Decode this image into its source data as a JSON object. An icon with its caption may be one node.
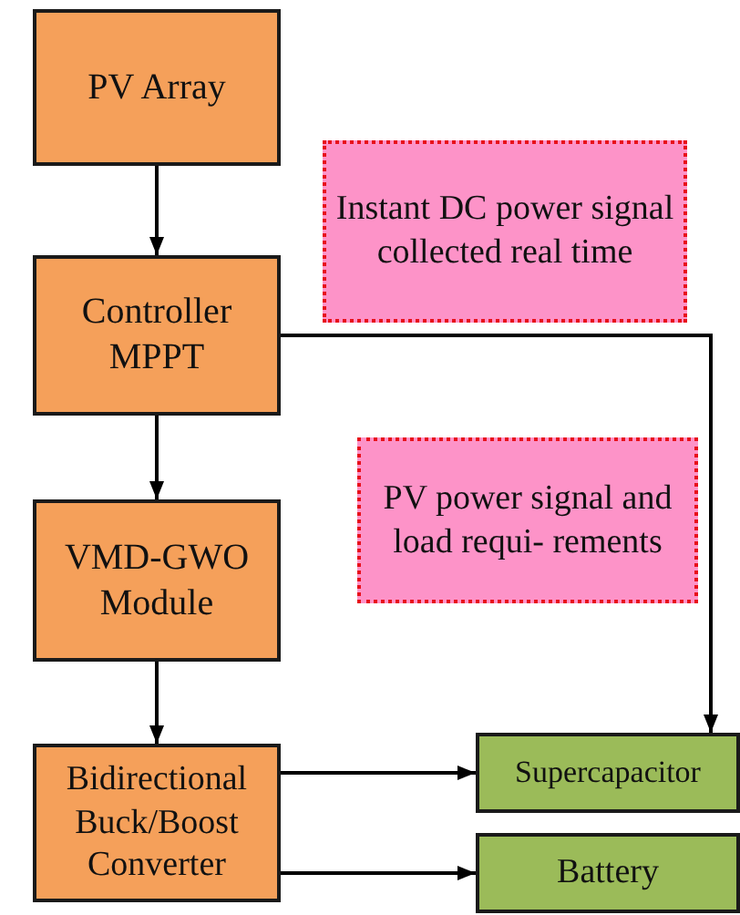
{
  "diagram": {
    "nodes": [
      {
        "text": [
          "PV Array"
        ]
      },
      {
        "text": [
          "Instant DC power signal collected real time"
        ]
      },
      {
        "text": [
          "Controller MPPT"
        ]
      },
      {
        "text": [
          "PV power signal and load requi- rements"
        ]
      },
      {
        "text": [
          "VMD-GWO Module"
        ]
      },
      {
        "text": [
          "Bidirectional Buck/Boost Converter"
        ]
      },
      {
        "text": [
          "Supercapacitor"
        ]
      },
      {
        "text": [
          "Battery"
        ]
      }
    ],
    "edges": [
      {
        "from": 0,
        "to": 2,
        "arrow": "to"
      },
      {
        "from": 2,
        "to": 4,
        "arrow": "to"
      },
      {
        "from": 4,
        "to": 5,
        "arrow": "to"
      },
      {
        "from": 2,
        "to": 6,
        "arrow": "to"
      },
      {
        "from": 5,
        "to": 6,
        "arrow": "to"
      },
      {
        "from": 5,
        "to": 7,
        "arrow": "to"
      }
    ]
  }
}
